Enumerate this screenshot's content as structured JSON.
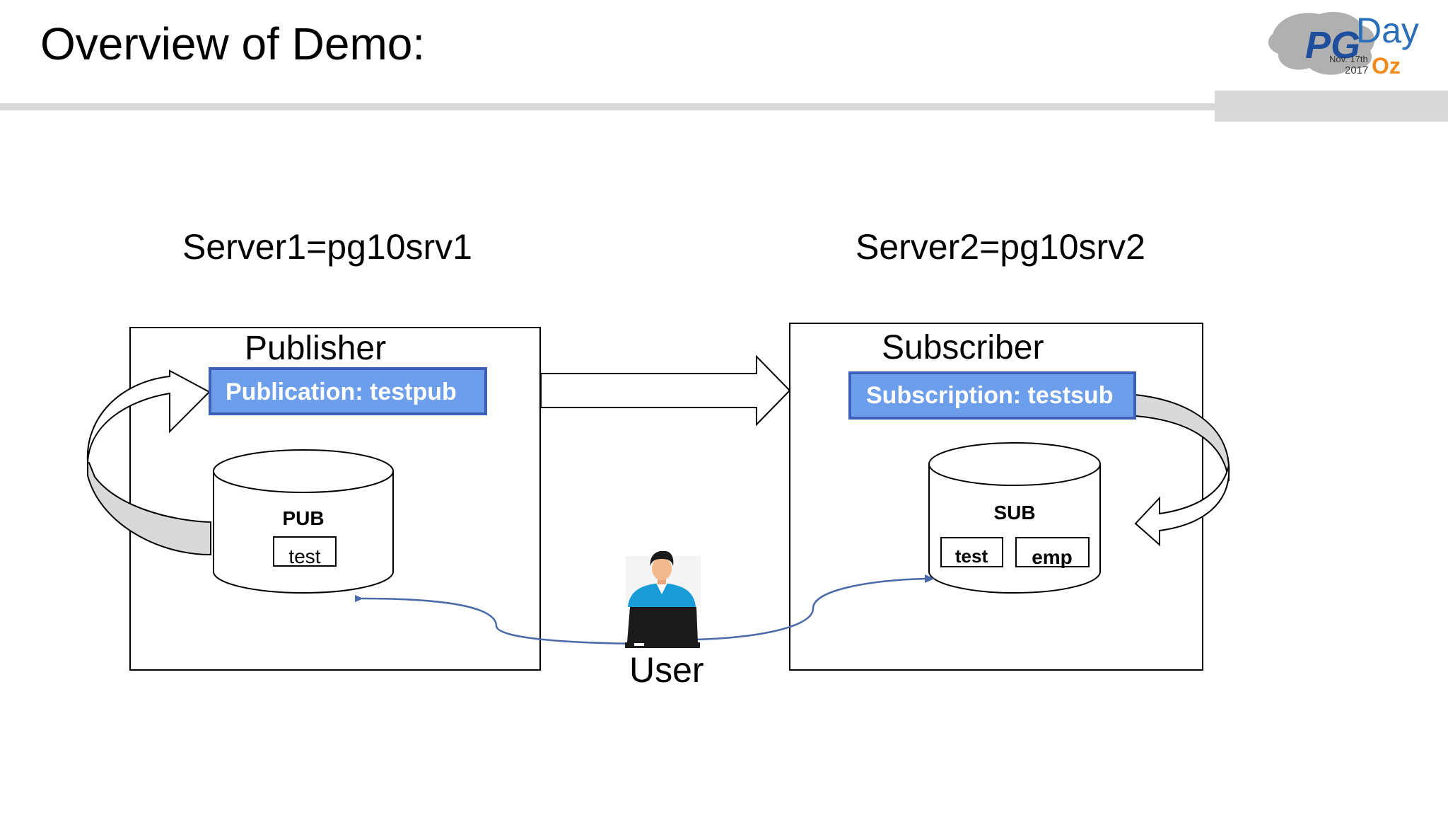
{
  "slide": {
    "title": "Overview of Demo:"
  },
  "logo": {
    "brand_pg": "PG",
    "brand_day": "Day",
    "date_line": "Nov. 17th",
    "year": "2017",
    "place": "Oz",
    "colors": {
      "pg_blue": "#1f4e9c",
      "day_blue": "#2a6fb8",
      "oz_orange": "#f08a1c",
      "cloud_gray": "#b0b0b0"
    }
  },
  "server1": {
    "label": "Server1=pg10srv1",
    "role": "Publisher",
    "publication_label": "Publication: testpub",
    "database": "PUB",
    "tables": [
      "test"
    ]
  },
  "server2": {
    "label": "Server2=pg10srv2",
    "role": "Subscriber",
    "subscription_label": "Subscription: testsub",
    "database": "SUB",
    "tables": [
      "test",
      "emp"
    ]
  },
  "user": {
    "label": "User"
  },
  "colors": {
    "pubsub_box_fill": "#6d9eeb",
    "pubsub_box_border": "#3d5fb8",
    "connector_blue": "#4a6aa8",
    "curved_arrow_fill": "#d9d9d9",
    "divider_gray": "#d9d9d9",
    "person_shirt": "#1a9cd8",
    "laptop": "#1a1a1a"
  }
}
